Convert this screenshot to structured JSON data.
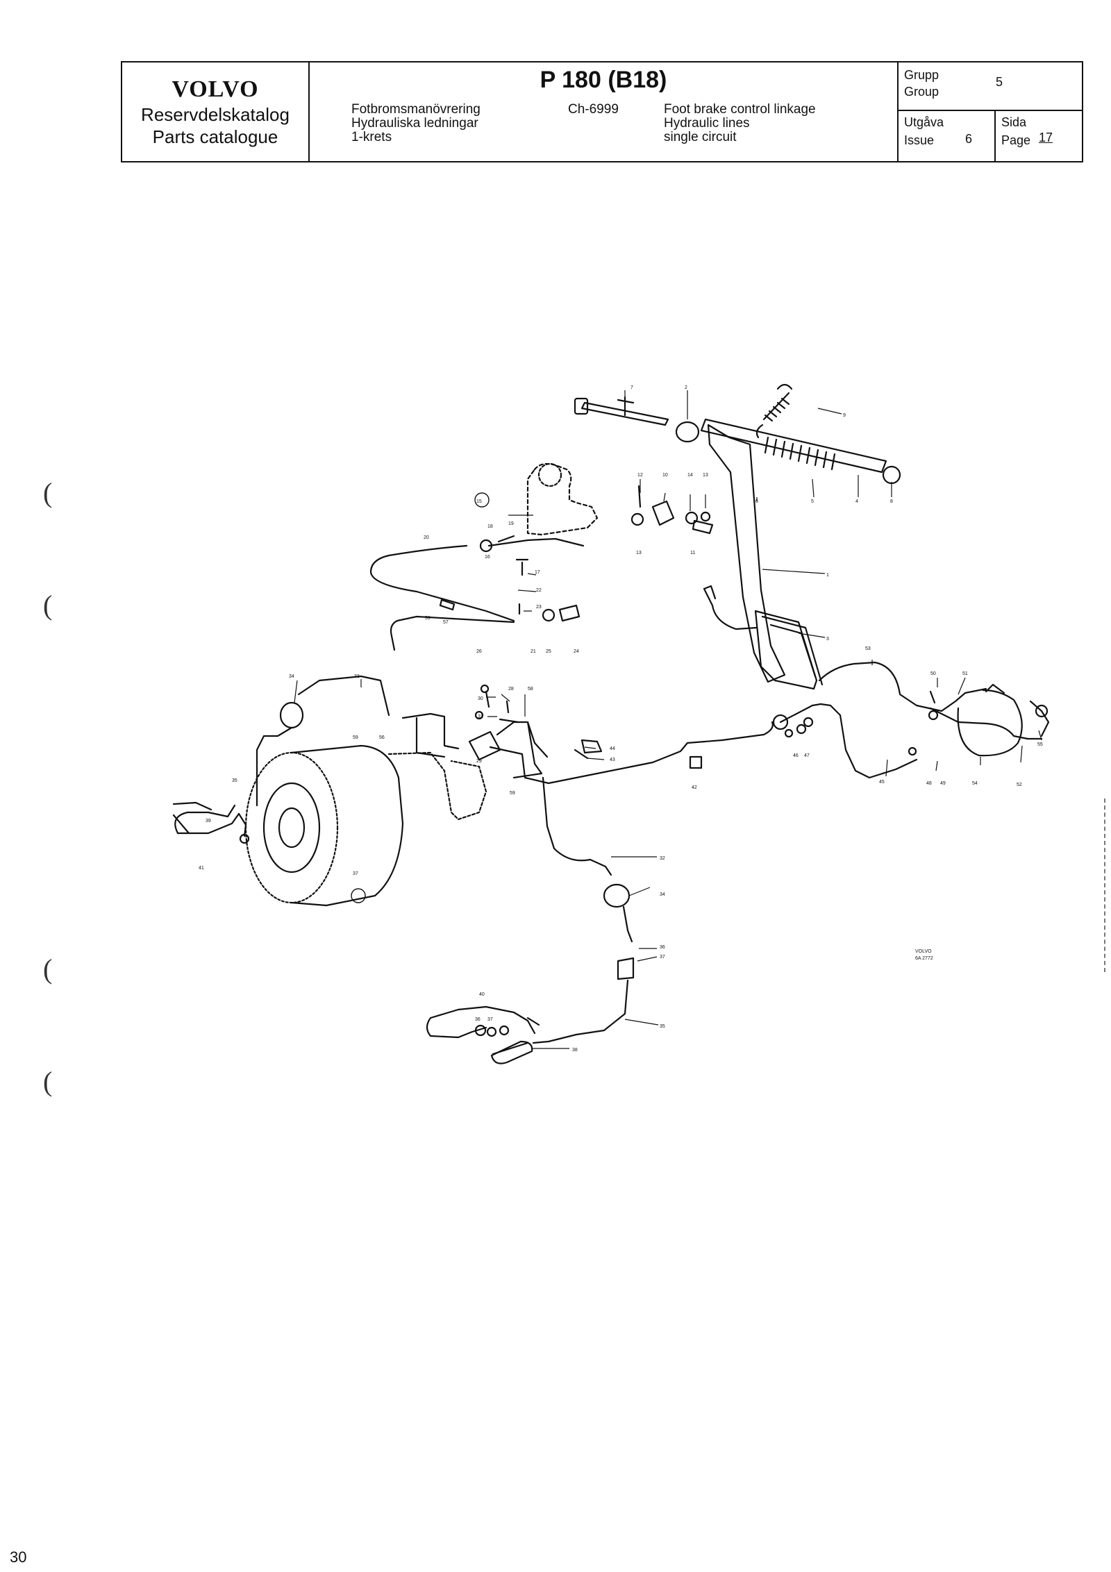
{
  "header": {
    "brand": {
      "logo": "VOLVO",
      "line1": "Reservdelskatalog",
      "line2": "Parts catalogue"
    },
    "model": "P 180 (B18)",
    "swedish": [
      "Fotbromsmanövrering",
      "Hydrauliska ledningar",
      "1-krets"
    ],
    "chassis": "Ch-6999",
    "english": [
      "Foot brake control linkage",
      "Hydraulic lines",
      "single circuit"
    ],
    "group_label_sv": "Grupp",
    "group_label_en": "Group",
    "group_value": "5",
    "issue_label_sv": "Utgåva",
    "issue_label_en": "Issue",
    "issue_value": "6",
    "page_label_sv": "Sida",
    "page_label_en": "Page",
    "page_value": "17"
  },
  "diagram": {
    "part_numbers": [
      "7",
      "2",
      "9",
      "12",
      "10",
      "14",
      "13",
      "6",
      "5",
      "4",
      "8",
      "15",
      "18",
      "19",
      "16",
      "17",
      "20",
      "13",
      "11",
      "1",
      "22",
      "23",
      "59",
      "57",
      "21",
      "25",
      "24",
      "26",
      "3",
      "53",
      "50",
      "51",
      "34",
      "33",
      "30",
      "28",
      "58",
      "31",
      "29",
      "59",
      "56",
      "44",
      "43",
      "35",
      "39",
      "41",
      "37",
      "59",
      "42",
      "46",
      "47",
      "45",
      "48",
      "49",
      "54",
      "52",
      "55",
      "32",
      "34",
      "36",
      "37",
      "35",
      "40",
      "36",
      "37",
      "38"
    ],
    "figure_code_1": "VOLVO",
    "figure_code_2": "6A 2772"
  },
  "page_number": "30"
}
